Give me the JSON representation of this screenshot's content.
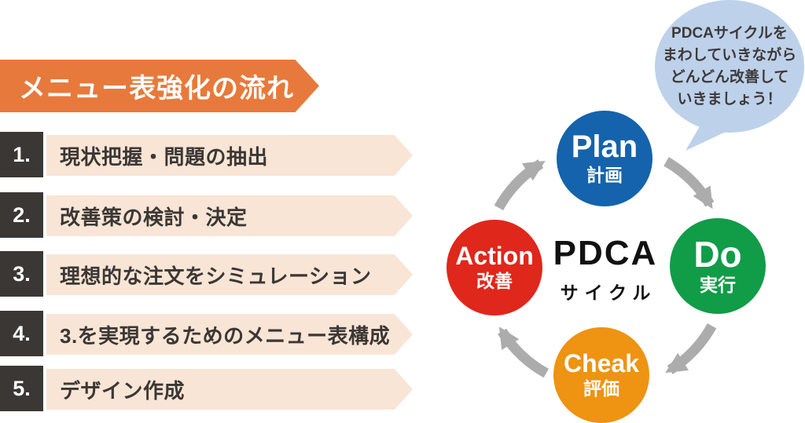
{
  "header": {
    "title": "メニュー表強化の流れ",
    "bg_color": "#E8793C",
    "text_color": "#ffffff"
  },
  "steps": [
    {
      "num": "1.",
      "label": "現状把握・問題の抽出"
    },
    {
      "num": "2.",
      "label": "改善策の検討・決定"
    },
    {
      "num": "3.",
      "label": "理想的な注文をシミュレーション"
    },
    {
      "num": "4.",
      "label": "3.を実現するためのメニュー表構成"
    },
    {
      "num": "5.",
      "label": "デザイン作成"
    }
  ],
  "steps_style": {
    "number_bg": "#3B3734",
    "row_bg": "#F9E5D6",
    "label_color": "#3B3734"
  },
  "pdca": {
    "center_title": "PDCA",
    "center_subtitle": "サイクル",
    "arrow_color": "#ACACAC",
    "nodes": [
      {
        "en": "Plan",
        "ja": "計画",
        "color": "#1463AC",
        "position": "top"
      },
      {
        "en": "Do",
        "ja": "実行",
        "color": "#119C48",
        "position": "right"
      },
      {
        "en": "Cheak",
        "ja": "評価",
        "color": "#EE9312",
        "position": "bottom"
      },
      {
        "en": "Action",
        "ja": "改善",
        "color": "#DF271C",
        "position": "left"
      }
    ]
  },
  "bubble": {
    "bg_color": "#BDD1EA",
    "text_color": "#3E3A39",
    "lines": [
      "PDCAサイクルを",
      "まわしていきながら",
      "どんどん改善して",
      "いきましょう！"
    ]
  }
}
